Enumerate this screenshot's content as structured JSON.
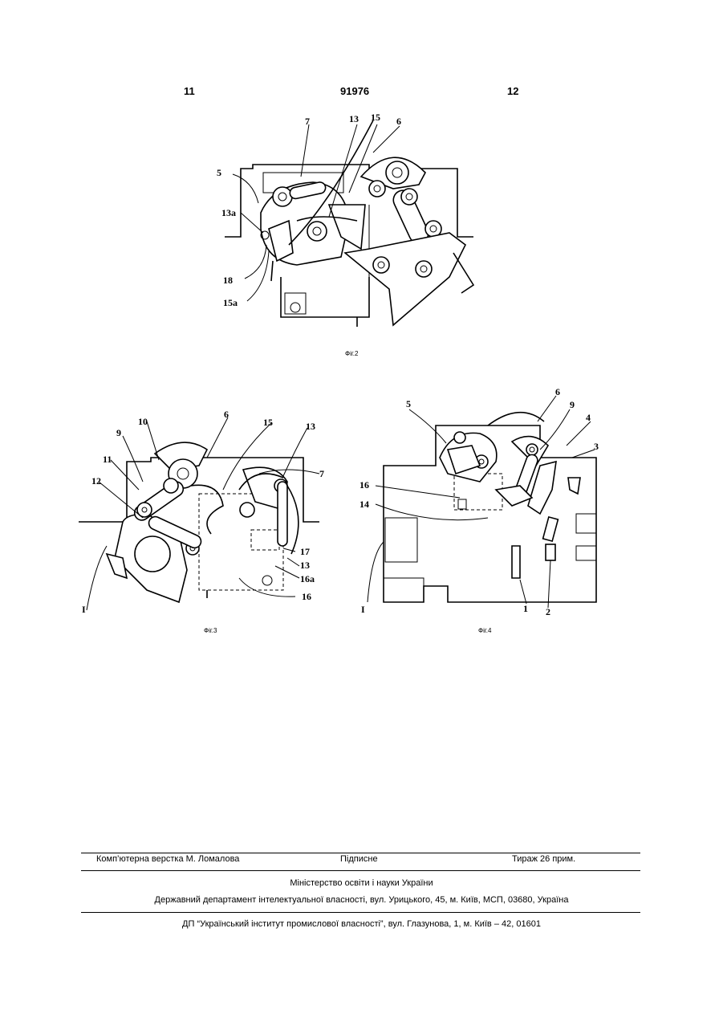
{
  "header": {
    "page_left": "11",
    "doc_number": "91976",
    "page_right": "12"
  },
  "figures": [
    {
      "caption": "Фіг.2",
      "labels": [
        "5",
        "7",
        "13",
        "15",
        "6",
        "13a",
        "18",
        "15a"
      ]
    },
    {
      "caption": "Фіг.3",
      "labels": [
        "10",
        "6",
        "15",
        "13",
        "9",
        "7",
        "11",
        "12",
        "17",
        "13",
        "16a",
        "16",
        "I"
      ]
    },
    {
      "caption": "Фіг.4",
      "labels": [
        "5",
        "6",
        "9",
        "4",
        "3",
        "16",
        "14",
        "I",
        "1",
        "2"
      ]
    }
  ],
  "footer": {
    "layout": "Комп’ютерна верстка М. Ломалова",
    "signed": "Підписне",
    "circulation": "Тираж 26 прим.",
    "ministry": "Міністерство освіти і науки України",
    "department": "Державний департамент інтелектуальної власності, вул. Урицького, 45, м. Київ, МСП, 03680, Україна",
    "institute": "ДП “Український інститут промислової власності”, вул. Глазунова, 1, м. Київ – 42, 01601"
  }
}
